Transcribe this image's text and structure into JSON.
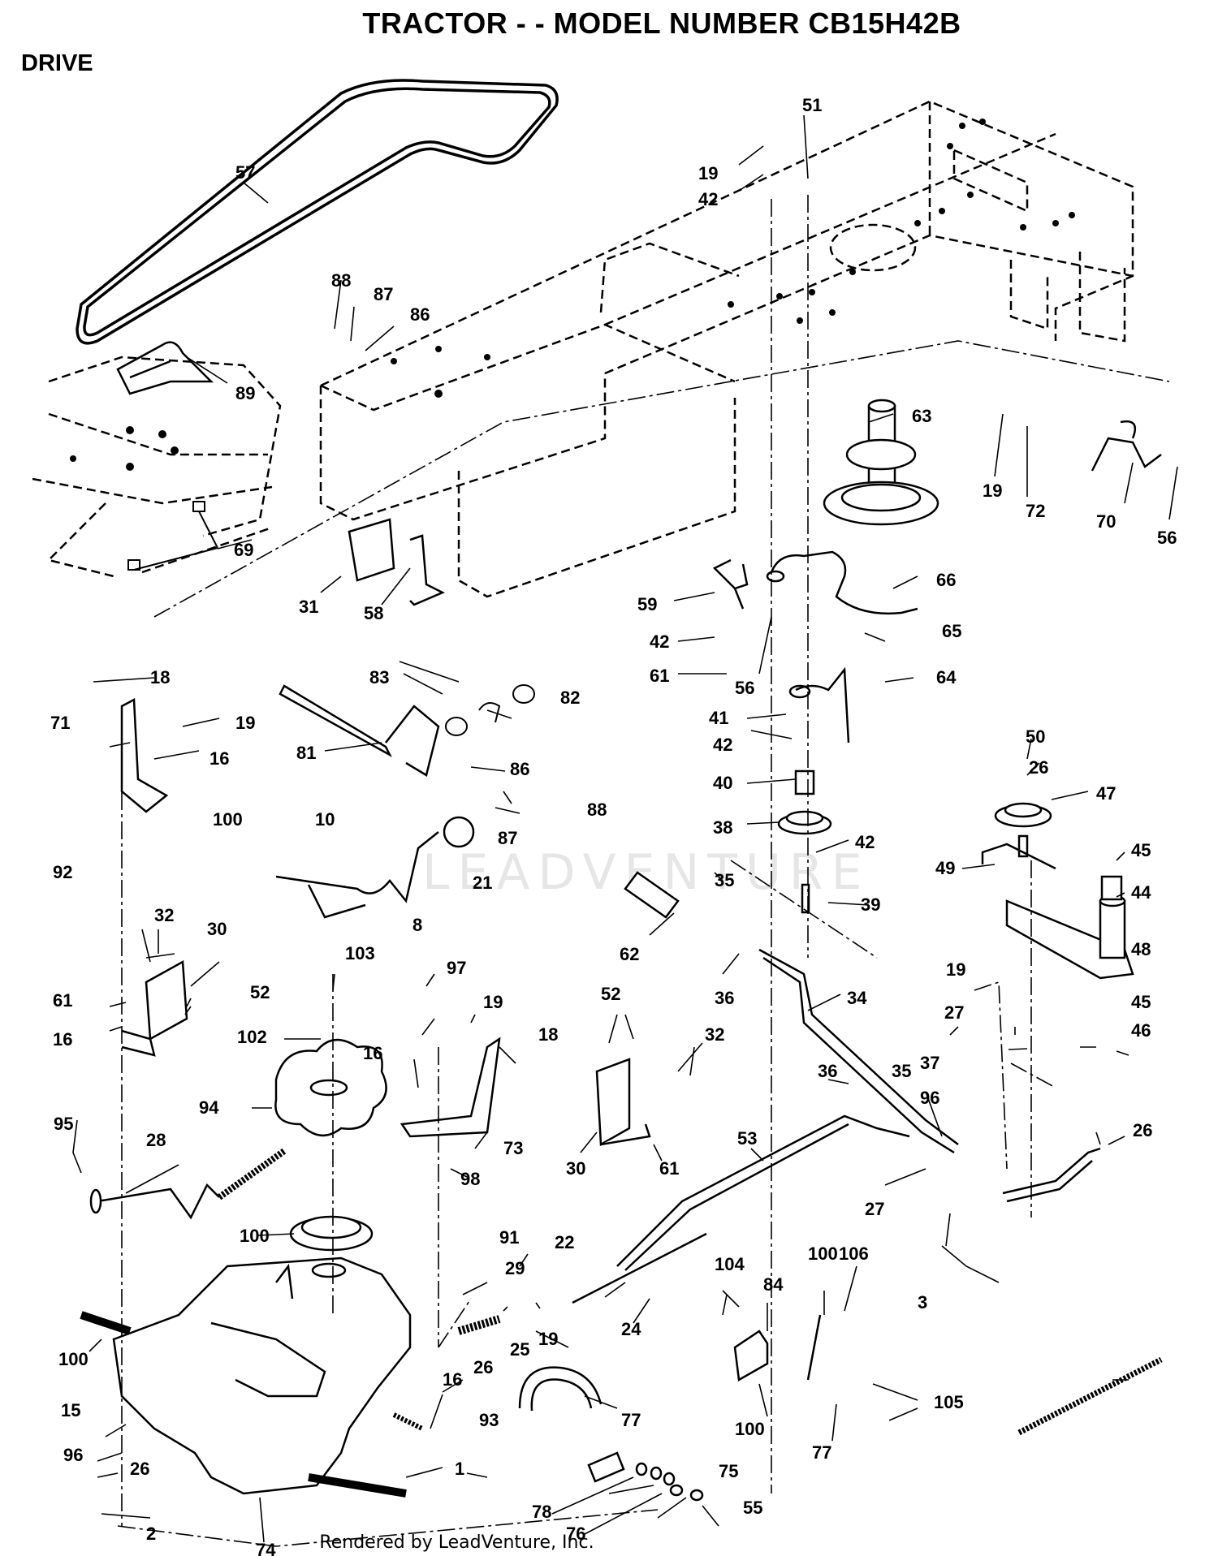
{
  "title": "TRACTOR - - MODEL NUMBER CB15H42B",
  "section": "DRIVE",
  "footer": "Rendered by LeadVenture, Inc.",
  "watermark": "LEADVENTURE",
  "part_numbers": [
    "57",
    "51",
    "19",
    "42",
    "88",
    "87",
    "86",
    "89",
    "63",
    "19",
    "72",
    "70",
    "56",
    "69",
    "31",
    "58",
    "59",
    "66",
    "42",
    "65",
    "61",
    "56",
    "64",
    "83",
    "82",
    "18",
    "19",
    "71",
    "16",
    "81",
    "86",
    "88",
    "87",
    "41",
    "42",
    "40",
    "38",
    "42",
    "39",
    "50",
    "26",
    "47",
    "100",
    "92",
    "10",
    "21",
    "8",
    "49",
    "45",
    "44",
    "35",
    "62",
    "36",
    "34",
    "48",
    "19",
    "27",
    "45",
    "46",
    "32",
    "30",
    "61",
    "52",
    "16",
    "103",
    "97",
    "19",
    "18",
    "102",
    "16",
    "52",
    "32",
    "94",
    "73",
    "98",
    "30",
    "61",
    "36",
    "35",
    "37",
    "96",
    "95",
    "28",
    "53",
    "26",
    "27",
    "3",
    "100",
    "91",
    "29",
    "22",
    "24",
    "19",
    "25",
    "26",
    "16",
    "104",
    "84",
    "100",
    "106",
    "105",
    "100",
    "77",
    "100",
    "15",
    "96",
    "26",
    "2",
    "93",
    "77",
    "1",
    "74",
    "78",
    "75",
    "76",
    "55"
  ]
}
